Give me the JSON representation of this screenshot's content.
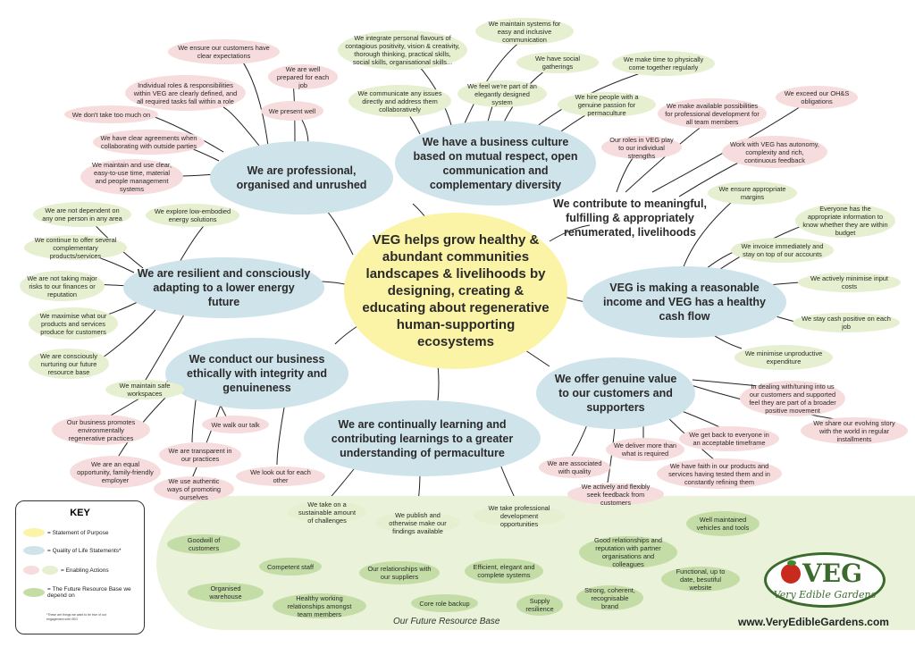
{
  "center": "VEG helps grow healthy & abundant communities landscapes & livelihoods by designing, creating & educating about regenerative human-supporting ecosystems",
  "ql": {
    "culture": "We have a business culture based on mutual respect, open communication and complementary diversity",
    "professional": "We are professional, organised and unrushed",
    "livelihoods": "We contribute to meaningful, fulfilling & appropriately renumerated, livelihoods",
    "resilient": "We are resilient and consciously adapting to a lower energy future",
    "income": "VEG is making a reasonable income and VEG has a healthy cash flow",
    "ethical": "We conduct our business ethically with integrity and genuineness",
    "value": "We offer genuine value to our customers and supporters",
    "learning": "We are continually learning and contributing learnings to a greater understanding of permaculture"
  },
  "actions": {
    "clear_expectations": "We ensure our customers have clear expectations",
    "roles_defined": "Individual roles & responsibilities within VEG are clearly defined, and all required tasks fall within a role",
    "well_prepared": "We are well prepared for each job",
    "present_well": "We present well",
    "not_too_much": "We don't take too much on",
    "clear_agreements": "We have clear agreements when collaborating with outside parties",
    "management_systems": "We maintain and use clear, easy-to-use time, material and people management systems",
    "personal_flavours": "We integrate personal flavours of contagious positivity, vision & creativity, thorough thinking, practical skills, social skills, organisational skills...",
    "maintain_systems": "We maintain systems for easy and inclusive communication",
    "social_gatherings": "We have social gatherings",
    "time_together": "We make time to physically come together regularly",
    "communicate_issues": "We communicate any issues directly and address them collaboratively",
    "designed_system": "We feel we're part of an elegantly designed system",
    "hire_passion": "We hire people with a genuine passion for permaculture",
    "development_possibilities": "We make available possibilities for professional development for all team members",
    "ohs": "We exceed our OH&S obligations",
    "roles_strengths": "Our roles in VEG play to our individual strengths",
    "autonomy": "Work with VEG has autonomy, complexity and rich, continuous feedback",
    "margins": "We ensure appropriate margins",
    "finance_info": "Everyone has the appropriate information to know whether they are within budget",
    "invoice": "We invoice immediately and stay on top of our accounts",
    "input_costs": "We actively minimise input costs",
    "cash_positive": "We stay cash positive on each job",
    "unproductive": "We minimise unproductive expenditure",
    "not_dependent": "We are not dependent on any one person in any area",
    "low_embodied": "We explore low-embodied energy solutions",
    "complementary_services": "We continue to offer several complementary products/services",
    "major_risks": "We are not taking major risks to our finances or reputation",
    "maximise_products": "We maximise what our products and services produce for customers",
    "nurturing": "We are consciously nurturing our future resource base",
    "safe_workspaces": "We maintain safe workspaces",
    "environmental": "Our business promotes environmentally regenerative practices",
    "walk_talk": "We walk our talk",
    "transparent": "We are transparent in our practices",
    "equal_opportunity": "We are an equal opportunity, family-friendly employer",
    "authentic": "We use authentic ways of promoting ourselves",
    "look_out": "We look out for each other",
    "tuning": "In dealing with/tuning into us our customers and supported feel they are part of a broader positive movement",
    "evolving_story": "We share our evolving story with the world in regular installments",
    "get_back": "We get back to everyone in an acceptable timeframe",
    "deliver_more": "We deliver more than what is required",
    "faith": "We have faith in our products and services having tested them and in constantly refining them",
    "quality": "We are associated with quality",
    "feedback": "We actively and flexibly seek feedback from customers",
    "sustainable": "We take on a sustainable amount of challenges",
    "publish": "We publish and otherwise make our findings available",
    "professional_dev": "We take professional development opportunities"
  },
  "resources": {
    "goodwill": "Goodwill of customers",
    "competent_staff": "Competent staff",
    "organised_warehouse": "Organised warehouse",
    "working_relationships": "Healthy working relationships amongst team members",
    "supplier_relationships": "Our relationships with our suppliers",
    "core_role_backup": "Core role backup",
    "efficient_systems": "Efficient, elegant and complete systems",
    "supply_resilience": "Supply resilience",
    "partner_relationships": "Good relationships and reputation with partner organisations and colleagues",
    "brand": "Strong, coherent, recognisable brand",
    "vehicles": "Well maintained vehicles and tools",
    "website": "Functional, up to date, besutiful website",
    "base_label": "Our Future Resource Base"
  },
  "key": {
    "title": "KEY",
    "statement": "= Statement of Purpose",
    "quality": "= Quality of Life Statements*",
    "actions": "=  Enabling Actions",
    "base": "=  The Future Resource Base we depend on",
    "note": "*These are things we want to be true of our engagement with VEG"
  },
  "logo": {
    "name": "VEG",
    "tagline": "Very Edible Gardens"
  },
  "website_url": "www.VeryEdibleGardens.com",
  "colors": {
    "statement": "#fbf3a5",
    "quality": "#cfe3ea",
    "action_pink": "#f6dcdc",
    "action_green": "#e6efcf",
    "base": "#c4dda6",
    "brand_green": "#3b6b2c"
  }
}
